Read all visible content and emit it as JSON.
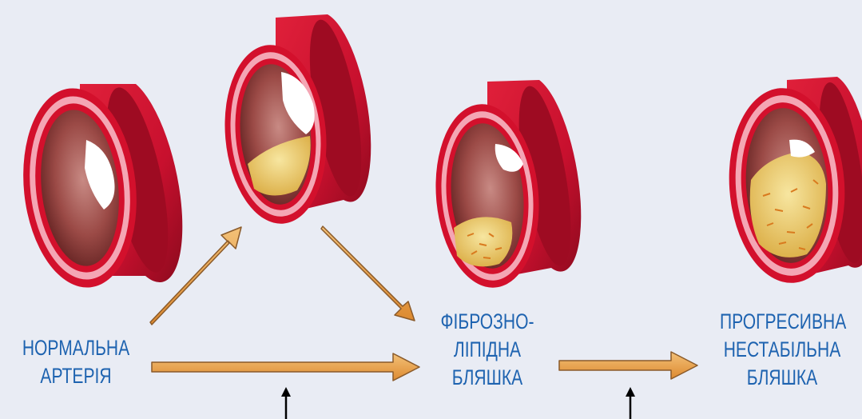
{
  "labels": {
    "normal": [
      "НОРМАЛЬНА",
      "АРТЕРІЯ"
    ],
    "fibro": [
      "ФІБРОЗНО-",
      "ЛІПІДНА",
      "БЛЯШКА"
    ],
    "progressive": [
      "ПРОГРЕСИВНА",
      "НЕСТАБІЛЬНА",
      "БЛЯШКА"
    ]
  },
  "colors": {
    "background": "#e9ecf4",
    "vessel_outer": "#c8102e",
    "vessel_wall": "#f4a6b4",
    "lumen_inner": "#8b3a3a",
    "plaque": "#f2d36b",
    "arrow_fill": "#e8a04a",
    "arrow_stroke": "#8a5a2a",
    "label_text": "#1e63b0"
  }
}
